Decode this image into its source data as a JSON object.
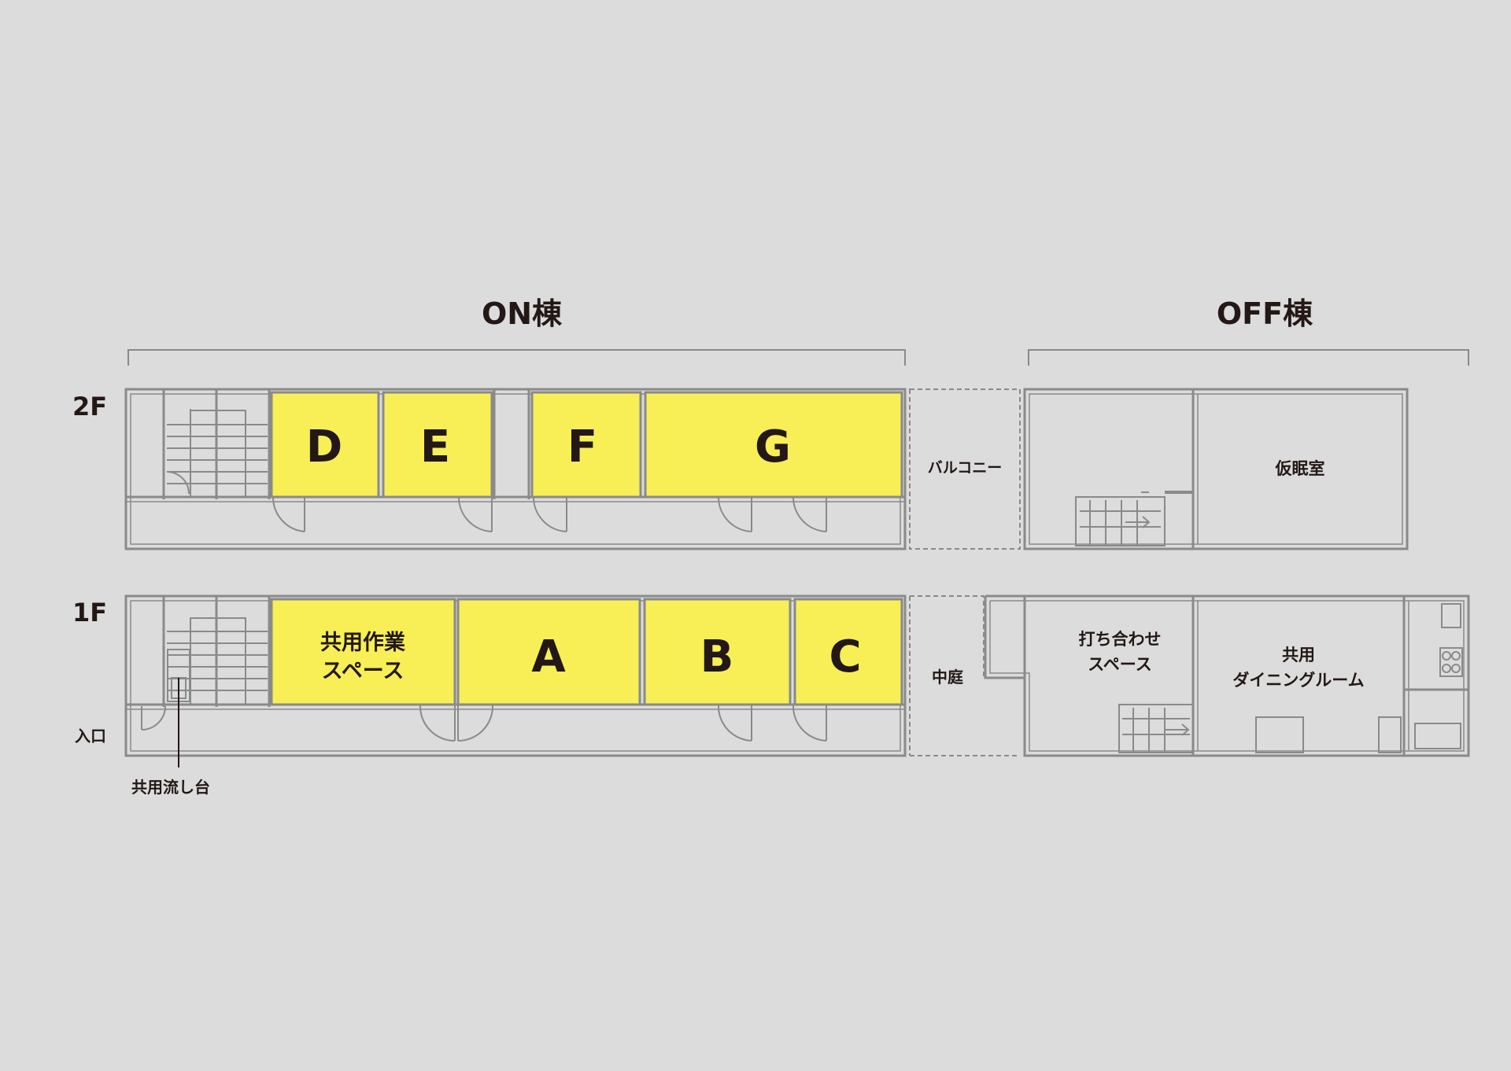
{
  "colors": {
    "background": "#dcdcdc",
    "wall": "#8a8a8a",
    "unit_fill": "#f7ef55",
    "text": "#231815"
  },
  "buildings": {
    "on": "ON棟",
    "off": "OFF棟"
  },
  "floors": {
    "second": "2F",
    "first": "1F"
  },
  "units": {
    "D": "D",
    "E": "E",
    "F": "F",
    "G": "G",
    "A": "A",
    "B": "B",
    "C": "C",
    "shared_work_line1": "共用作業",
    "shared_work_line2": "スペース"
  },
  "rooms": {
    "balcony": "バルコニー",
    "courtyard": "中庭",
    "nap_room": "仮眠室",
    "meeting_line1": "打ち合わせ",
    "meeting_line2": "スペース",
    "dining_line1": "共用",
    "dining_line2": "ダイニングルーム"
  },
  "labels": {
    "entrance": "入口",
    "shared_sink": "共用流し台"
  }
}
